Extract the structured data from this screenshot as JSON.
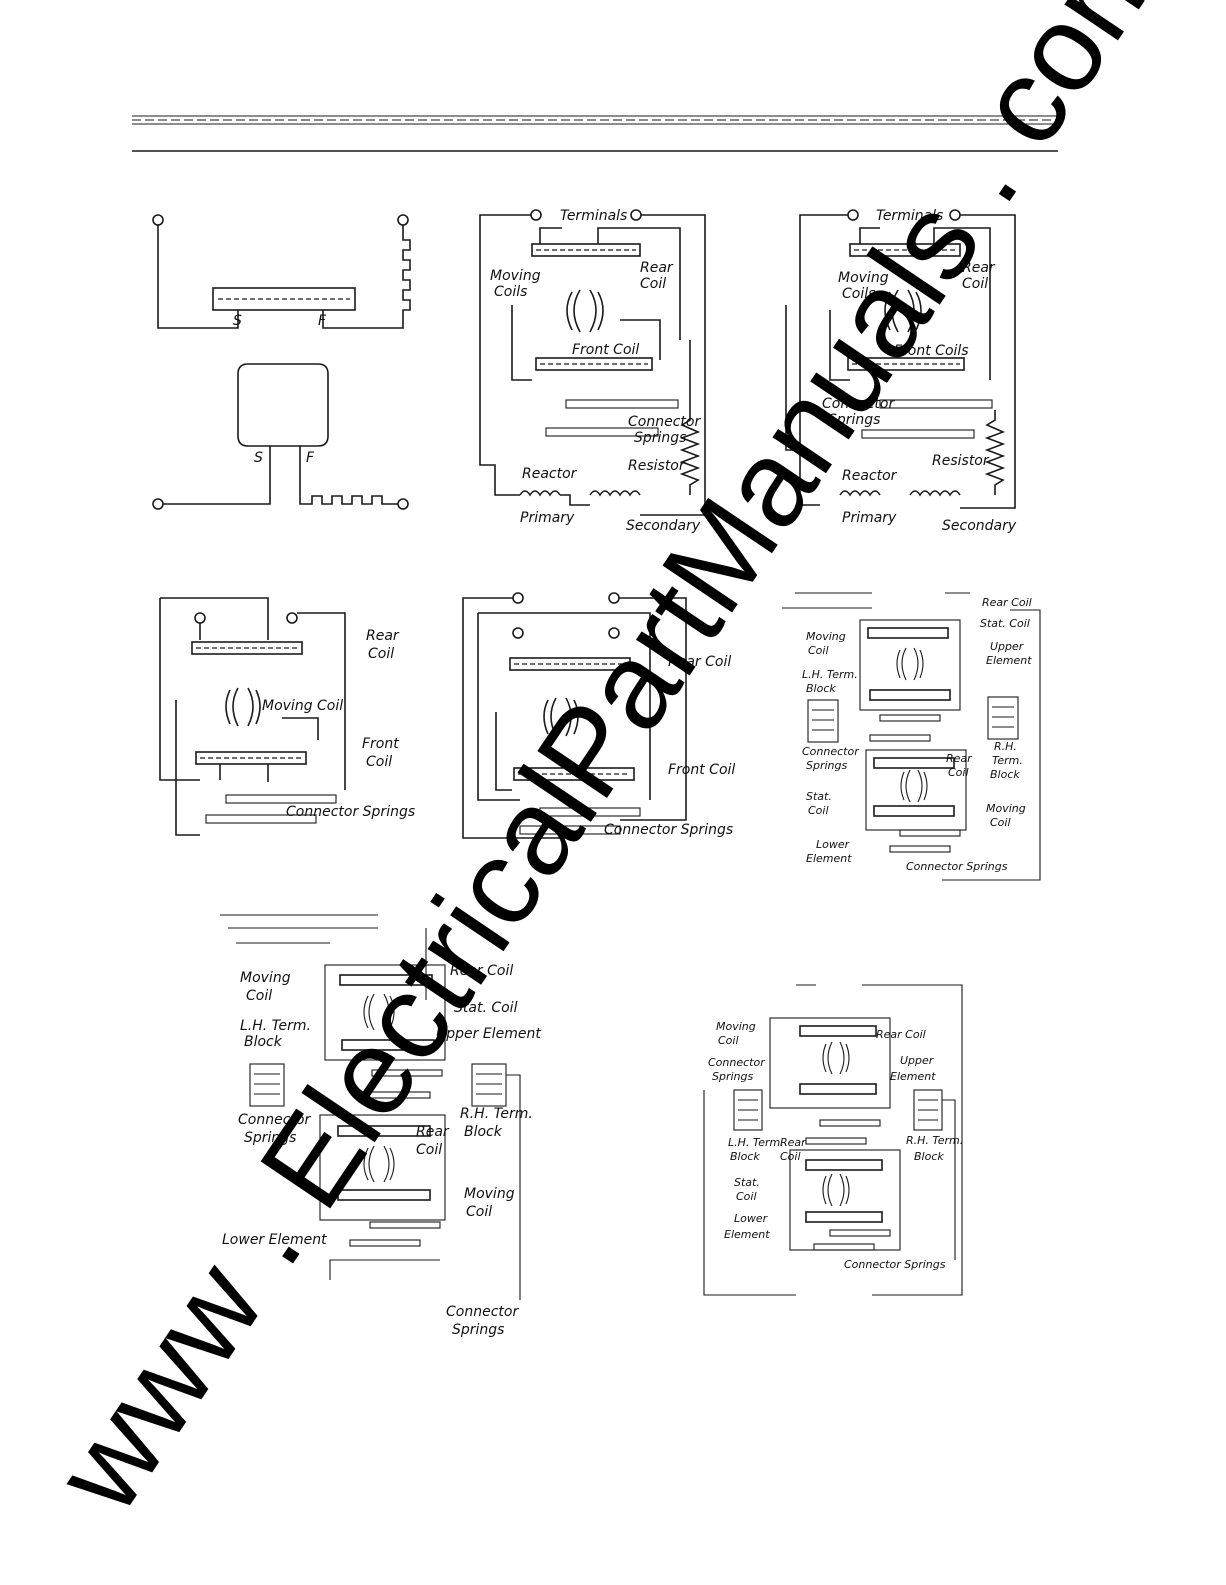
{
  "labels": {
    "terminals": "Terminals",
    "rear_coil_1": "Rear",
    "rear_coil_2": "Coil",
    "moving_coils_1": "Moving",
    "moving_coils_2": "Coils",
    "front_coil": "Front Coil",
    "front_coils": "Front Coils",
    "connector_1": "Connector",
    "springs": "Springs",
    "resistor": "Resistor",
    "reactor": "Reactor",
    "primary": "Primary",
    "secondary": "Secondary",
    "rear_coil": "Rear Coil",
    "moving_coil": "Moving Coil",
    "moving_1": "Moving",
    "coil": "Coil",
    "front_1": "Front",
    "connector_springs": "Connector Springs",
    "stat_coil": "Stat. Coil",
    "stat": "Stat.",
    "upper": "Upper",
    "element": "Element",
    "upper_element": "Upper Element",
    "lh_term_block_1": "L.H. Term.",
    "block": "Block",
    "rh_term_block_1": "R.H. Term.",
    "rh": "R.H.",
    "term": "Term.",
    "lower": "Lower",
    "lower_element": "Lower Element",
    "s": "S",
    "f": "F"
  },
  "watermark": "www . ElectricalPartManuals . com"
}
